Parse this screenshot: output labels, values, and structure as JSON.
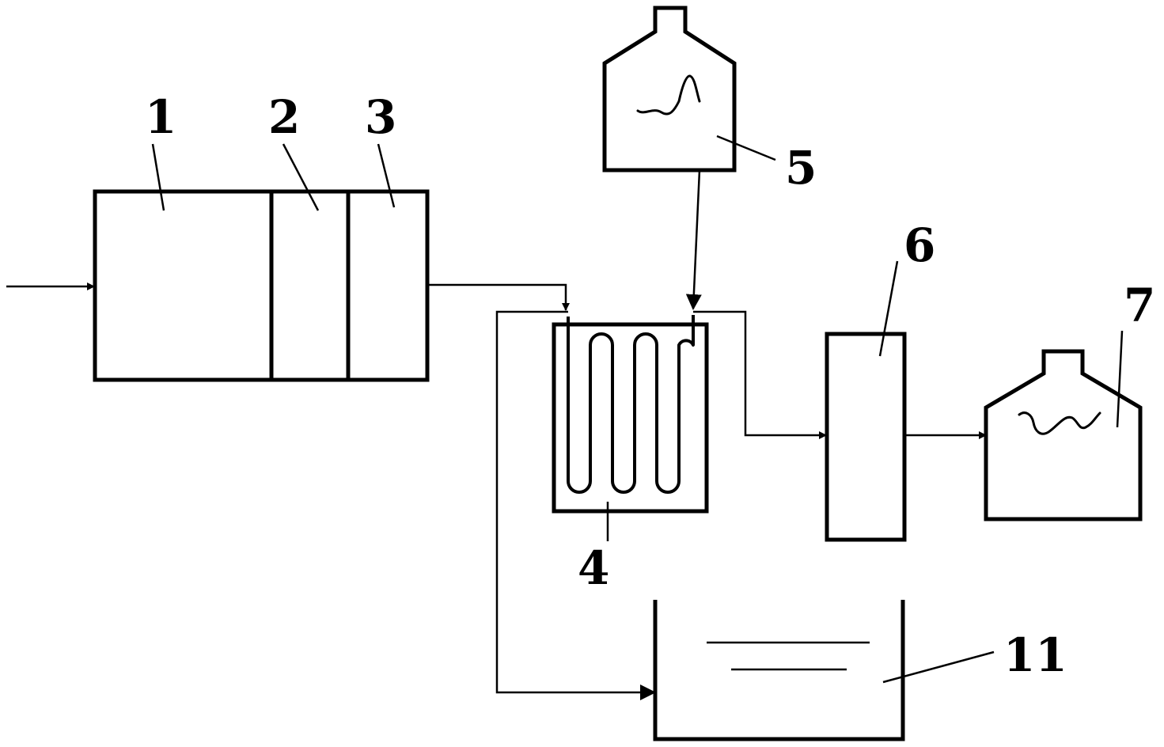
{
  "diagram": {
    "labels": {
      "l1": "1",
      "l2": "2",
      "l3": "3",
      "l4": "4",
      "l5": "5",
      "l6": "6",
      "l7": "7",
      "l11": "11"
    }
  }
}
